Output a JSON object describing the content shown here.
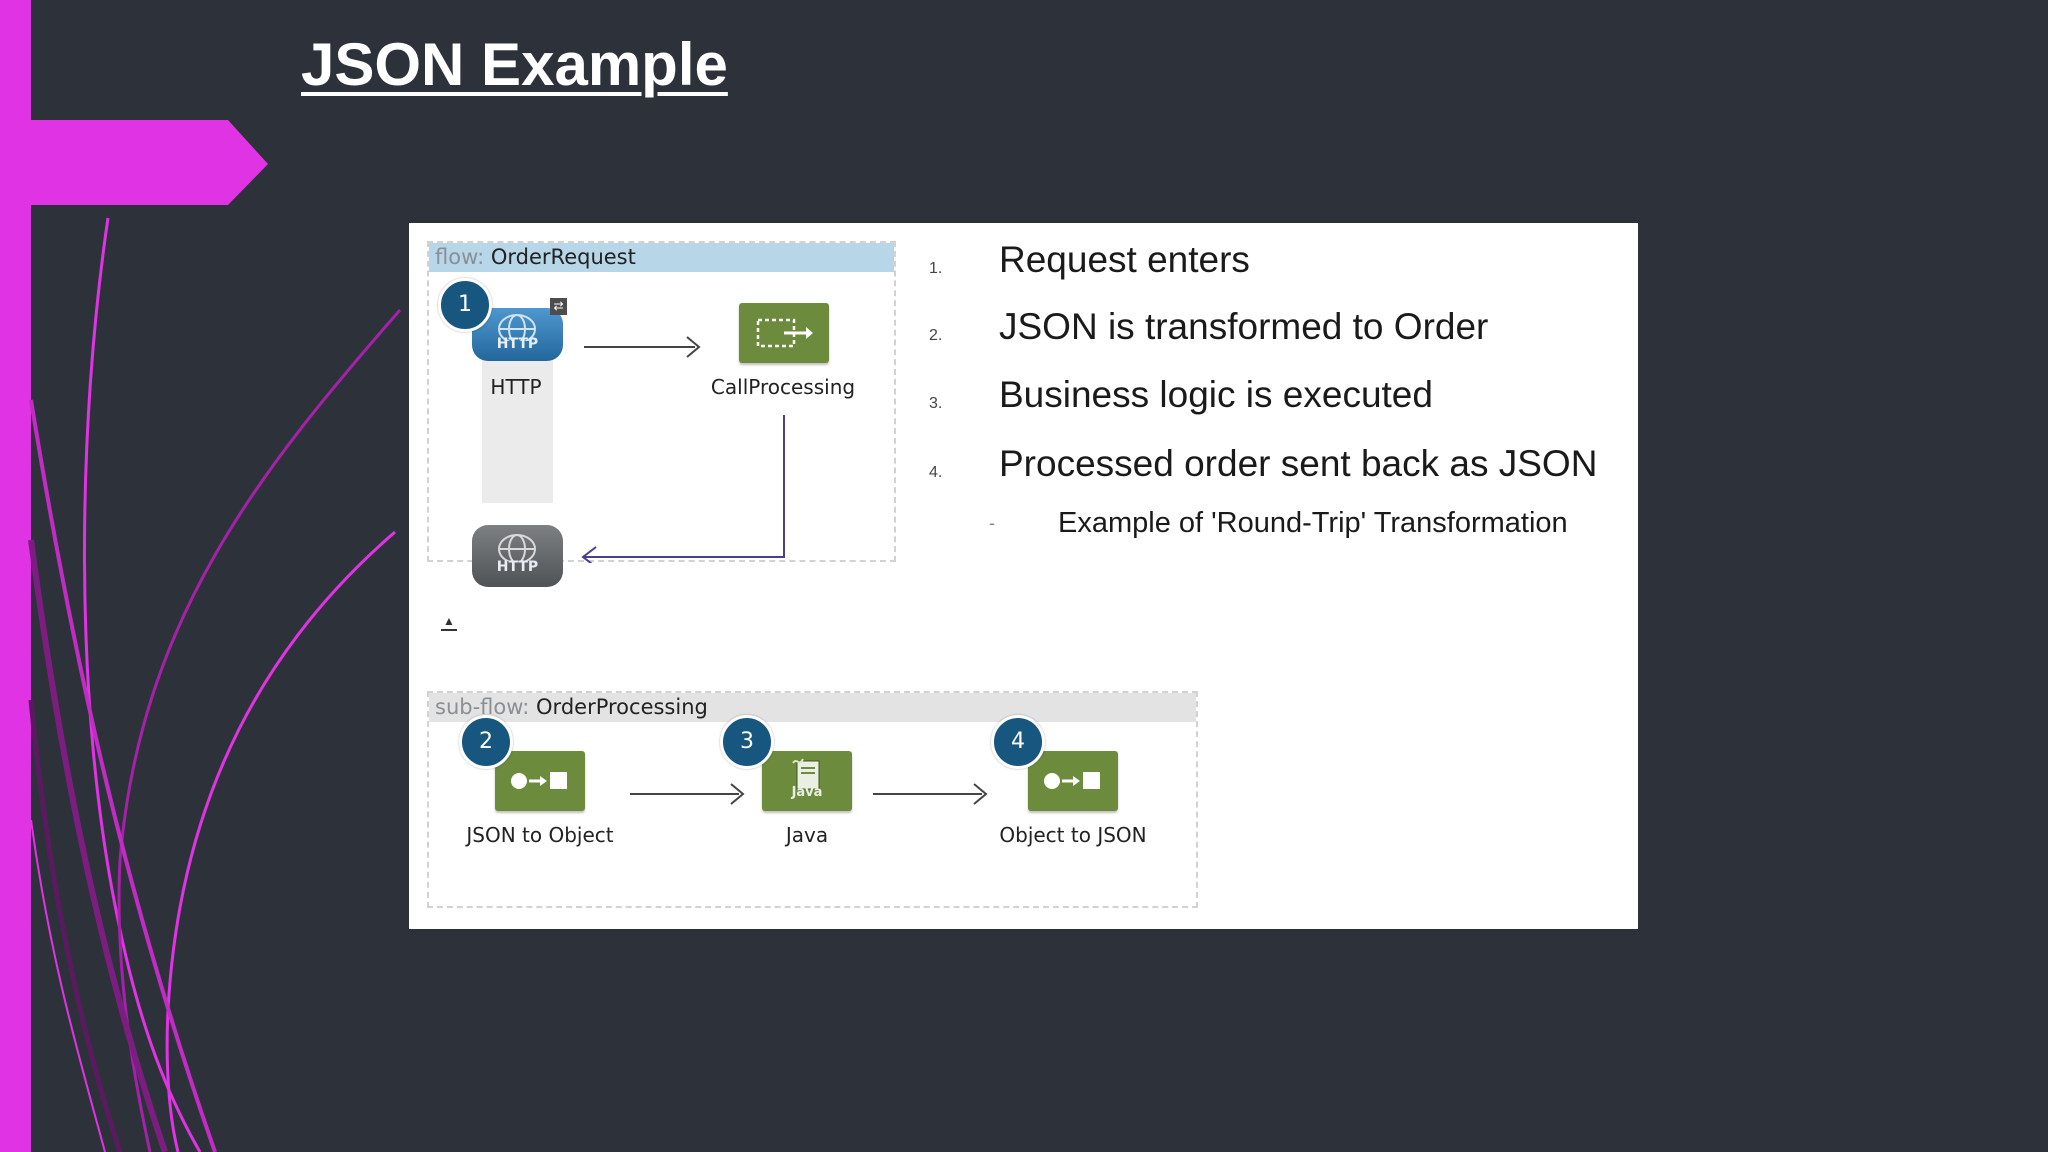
{
  "slide": {
    "title": "JSON Example",
    "accent_color": "#e033e3",
    "background_color": "#2d323a"
  },
  "flow": {
    "keyword": "flow:",
    "name": "OrderRequest",
    "nodes": [
      {
        "label": "HTTP",
        "icon": "http-globe-icon",
        "badge": "1"
      },
      {
        "label": "CallProcessing",
        "icon": "flow-reference-icon"
      }
    ],
    "response_node": {
      "icon": "http-globe-icon",
      "text": "HTTP"
    },
    "http_icon_text": "HTTP"
  },
  "subflow": {
    "keyword": "sub-flow:",
    "name": "OrderProcessing",
    "nodes": [
      {
        "label": "JSON to Object",
        "icon": "transformer-icon",
        "badge": "2"
      },
      {
        "label": "Java",
        "icon": "java-icon",
        "badge": "3",
        "icon_text": "Java"
      },
      {
        "label": "Object to JSON",
        "icon": "transformer-icon",
        "badge": "4"
      }
    ]
  },
  "steps": [
    {
      "num": "1.",
      "text": "Request enters"
    },
    {
      "num": "2.",
      "text": "JSON is transformed to Order"
    },
    {
      "num": "3.",
      "text": "Business logic is executed"
    },
    {
      "num": "4.",
      "text": "Processed order sent back as JSON"
    }
  ],
  "sub_bullet": {
    "marker": "-",
    "text": "Example of 'Round-Trip' Transformation"
  },
  "colors": {
    "badge": "#17577f",
    "http_blue": "#2f7fb8",
    "http_gray": "#6c6f72",
    "component_green": "#6c8b3c",
    "flow_header": "#b7d6e8",
    "subflow_header": "#e3e3e3",
    "connector": "#4a3f8c"
  }
}
